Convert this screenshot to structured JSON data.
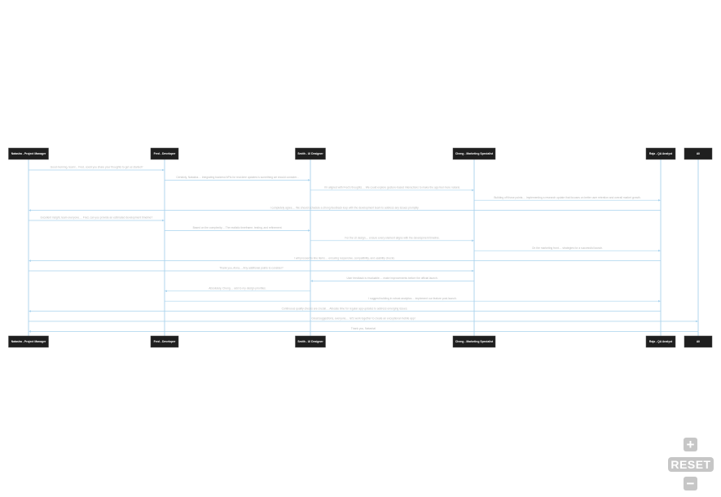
{
  "actors": [
    {
      "id": "natasha",
      "label": "Natasha - Project Manager"
    },
    {
      "id": "fred",
      "label": "Fred - Developer"
    },
    {
      "id": "smith",
      "label": "Smith - UI Designer"
    },
    {
      "id": "cheng",
      "label": "Cheng - Marketing Specialist"
    },
    {
      "id": "raja",
      "label": "Raja - QA Analyst"
    },
    {
      "id": "ali",
      "label": "Ali"
    }
  ],
  "messages": [
    {
      "from": "natasha",
      "to": "fred",
      "text": "Good morning, team!... Fred, could you share your thoughts to get us started?"
    },
    {
      "from": "fred",
      "to": "smith",
      "text": "Certainly, Natasha.... Integrating backend APIs for real-time updates is something we should consider..."
    },
    {
      "from": "smith",
      "to": "cheng",
      "text": "I'm aligned with Fred's thoughts.... We could explore gesture-based interactions to make the app feel more natural."
    },
    {
      "from": "cheng",
      "to": "raja",
      "text": "Building off those points.... Implementing a research update that focuses on better user retention and overall market growth."
    },
    {
      "from": "raja",
      "to": "natasha",
      "text": "I completely agree.... We should schedule a strong feedback loop with the development team to address any issues promptly."
    },
    {
      "from": "natasha",
      "to": "fred",
      "text": "Excellent insight, team everyone.... Fred, can you provide an estimated development timeline?"
    },
    {
      "from": "fred",
      "to": "smith",
      "text": "Based on the complexity.... The realistic timeframe, testing, and refinement."
    },
    {
      "from": "smith",
      "to": "cheng",
      "text": "For the UI design.... ensure every element aligns with the development timeline."
    },
    {
      "from": "cheng",
      "to": "raja",
      "text": "On the marketing front.... strategies for a successful launch."
    },
    {
      "from": "raja",
      "to": "natasha",
      "text": "I will proceed to line items.... ensuring responsive, compatibility, and usability checks."
    },
    {
      "from": "natasha",
      "to": "cheng",
      "text": "Thank you, Anna.... Any additional points to consider?"
    },
    {
      "from": "cheng",
      "to": "smith",
      "text": "User feedback is invaluable.... make improvements before the official launch."
    },
    {
      "from": "smith",
      "to": "fred",
      "text": "Absolutely, Cheng.... add to my design priorities."
    },
    {
      "from": "fred",
      "to": "raja",
      "text": "I suggest building in robust analytics.... implement our feature post-launch."
    },
    {
      "from": "raja",
      "to": "natasha",
      "text": "Continuous quality checks are crucial.... Allocate time for regular app updates to address emerging issues."
    },
    {
      "from": "natasha",
      "to": "ali",
      "text": "Great suggestions, everyone.... let's work together to create an exceptional mobile app!"
    },
    {
      "from": "ali",
      "to": "natasha",
      "text": "Thank you, Natasha!"
    }
  ],
  "controls": {
    "zoom_in": "+",
    "reset": "RESET",
    "zoom_out": "−"
  }
}
